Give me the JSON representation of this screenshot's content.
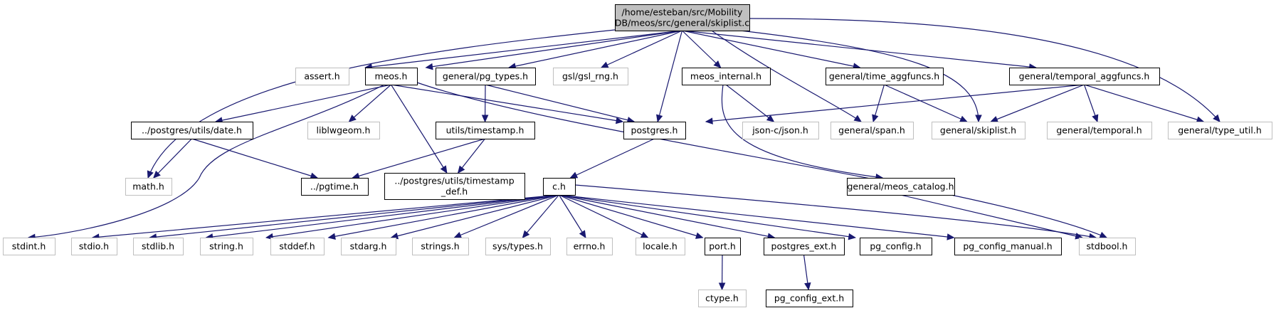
{
  "colors": {
    "edge": "#191970",
    "root_fill": "#bfbfbf",
    "external_border": "#bfbfbf",
    "documented_border": "#000000"
  },
  "nodes": {
    "root": {
      "lines": [
        "/home/esteban/src/Mobility",
        "DB/meos/src/general/skiplist.c"
      ],
      "kind": "root"
    },
    "assert": {
      "lines": [
        "assert.h"
      ],
      "kind": "external"
    },
    "meos": {
      "lines": [
        "meos.h"
      ],
      "kind": "documented"
    },
    "pg_types": {
      "lines": [
        "general/pg_types.h"
      ],
      "kind": "documented"
    },
    "gsl_rng": {
      "lines": [
        "gsl/gsl_rng.h"
      ],
      "kind": "external"
    },
    "meos_internal": {
      "lines": [
        "meos_internal.h"
      ],
      "kind": "documented"
    },
    "time_aggfuncs": {
      "lines": [
        "general/time_aggfuncs.h"
      ],
      "kind": "documented"
    },
    "temporal_aggfuncs": {
      "lines": [
        "general/temporal_aggfuncs.h"
      ],
      "kind": "documented"
    },
    "date": {
      "lines": [
        "../postgres/utils/date.h"
      ],
      "kind": "documented"
    },
    "liblwgeom": {
      "lines": [
        "liblwgeom.h"
      ],
      "kind": "external"
    },
    "timestamp": {
      "lines": [
        "utils/timestamp.h"
      ],
      "kind": "documented"
    },
    "postgres": {
      "lines": [
        "postgres.h"
      ],
      "kind": "documented"
    },
    "json": {
      "lines": [
        "json-c/json.h"
      ],
      "kind": "external"
    },
    "span": {
      "lines": [
        "general/span.h"
      ],
      "kind": "external"
    },
    "skiplist_h": {
      "lines": [
        "general/skiplist.h"
      ],
      "kind": "external"
    },
    "temporal_h": {
      "lines": [
        "general/temporal.h"
      ],
      "kind": "external"
    },
    "type_util": {
      "lines": [
        "general/type_util.h"
      ],
      "kind": "external"
    },
    "math": {
      "lines": [
        "math.h"
      ],
      "kind": "external"
    },
    "pgtime": {
      "lines": [
        "../pgtime.h"
      ],
      "kind": "documented"
    },
    "timestamp_def": {
      "lines": [
        "../postgres/utils/timestamp",
        "_def.h"
      ],
      "kind": "documented"
    },
    "c": {
      "lines": [
        "c.h"
      ],
      "kind": "documented"
    },
    "meos_catalog": {
      "lines": [
        "general/meos_catalog.h"
      ],
      "kind": "documented"
    },
    "stdint": {
      "lines": [
        "stdint.h"
      ],
      "kind": "external"
    },
    "stdio": {
      "lines": [
        "stdio.h"
      ],
      "kind": "external"
    },
    "stdlib": {
      "lines": [
        "stdlib.h"
      ],
      "kind": "external"
    },
    "string": {
      "lines": [
        "string.h"
      ],
      "kind": "external"
    },
    "stddef": {
      "lines": [
        "stddef.h"
      ],
      "kind": "external"
    },
    "stdarg": {
      "lines": [
        "stdarg.h"
      ],
      "kind": "external"
    },
    "strings": {
      "lines": [
        "strings.h"
      ],
      "kind": "external"
    },
    "systypes": {
      "lines": [
        "sys/types.h"
      ],
      "kind": "external"
    },
    "errno": {
      "lines": [
        "errno.h"
      ],
      "kind": "external"
    },
    "locale": {
      "lines": [
        "locale.h"
      ],
      "kind": "external"
    },
    "port": {
      "lines": [
        "port.h"
      ],
      "kind": "documented"
    },
    "postgres_ext": {
      "lines": [
        "postgres_ext.h"
      ],
      "kind": "documented"
    },
    "pg_config": {
      "lines": [
        "pg_config.h"
      ],
      "kind": "documented"
    },
    "pg_config_manual": {
      "lines": [
        "pg_config_manual.h"
      ],
      "kind": "documented"
    },
    "stdbool": {
      "lines": [
        "stdbool.h"
      ],
      "kind": "external"
    },
    "ctype": {
      "lines": [
        "ctype.h"
      ],
      "kind": "external"
    },
    "pg_config_ext": {
      "lines": [
        "pg_config_ext.h"
      ],
      "kind": "documented"
    }
  },
  "edges": [
    [
      "root",
      "assert"
    ],
    [
      "root",
      "meos"
    ],
    [
      "root",
      "pg_types"
    ],
    [
      "root",
      "gsl_rng"
    ],
    [
      "root",
      "meos_internal"
    ],
    [
      "root",
      "time_aggfuncs"
    ],
    [
      "root",
      "temporal_aggfuncs"
    ],
    [
      "root",
      "math"
    ],
    [
      "root",
      "postgres"
    ],
    [
      "root",
      "span"
    ],
    [
      "root",
      "skiplist_h"
    ],
    [
      "root",
      "type_util"
    ],
    [
      "meos",
      "date"
    ],
    [
      "meos",
      "liblwgeom"
    ],
    [
      "meos",
      "postgres"
    ],
    [
      "meos",
      "timestamp_def"
    ],
    [
      "meos",
      "stdint"
    ],
    [
      "meos",
      "stdbool"
    ],
    [
      "pg_types",
      "timestamp"
    ],
    [
      "pg_types",
      "postgres"
    ],
    [
      "meos_internal",
      "json"
    ],
    [
      "meos_internal",
      "meos_catalog"
    ],
    [
      "time_aggfuncs",
      "span"
    ],
    [
      "time_aggfuncs",
      "skiplist_h"
    ],
    [
      "temporal_aggfuncs",
      "postgres"
    ],
    [
      "temporal_aggfuncs",
      "skiplist_h"
    ],
    [
      "temporal_aggfuncs",
      "temporal_h"
    ],
    [
      "temporal_aggfuncs",
      "type_util"
    ],
    [
      "date",
      "math"
    ],
    [
      "date",
      "pgtime"
    ],
    [
      "timestamp",
      "pgtime"
    ],
    [
      "timestamp",
      "timestamp_def"
    ],
    [
      "postgres",
      "c"
    ],
    [
      "meos_catalog",
      "stdbool"
    ],
    [
      "c",
      "stdint"
    ],
    [
      "c",
      "stdio"
    ],
    [
      "c",
      "stdlib"
    ],
    [
      "c",
      "string"
    ],
    [
      "c",
      "stddef"
    ],
    [
      "c",
      "stdarg"
    ],
    [
      "c",
      "strings"
    ],
    [
      "c",
      "systypes"
    ],
    [
      "c",
      "errno"
    ],
    [
      "c",
      "locale"
    ],
    [
      "c",
      "port"
    ],
    [
      "c",
      "postgres_ext"
    ],
    [
      "c",
      "pg_config"
    ],
    [
      "c",
      "pg_config_manual"
    ],
    [
      "c",
      "stdbool"
    ],
    [
      "port",
      "ctype"
    ],
    [
      "postgres_ext",
      "pg_config_ext"
    ]
  ]
}
